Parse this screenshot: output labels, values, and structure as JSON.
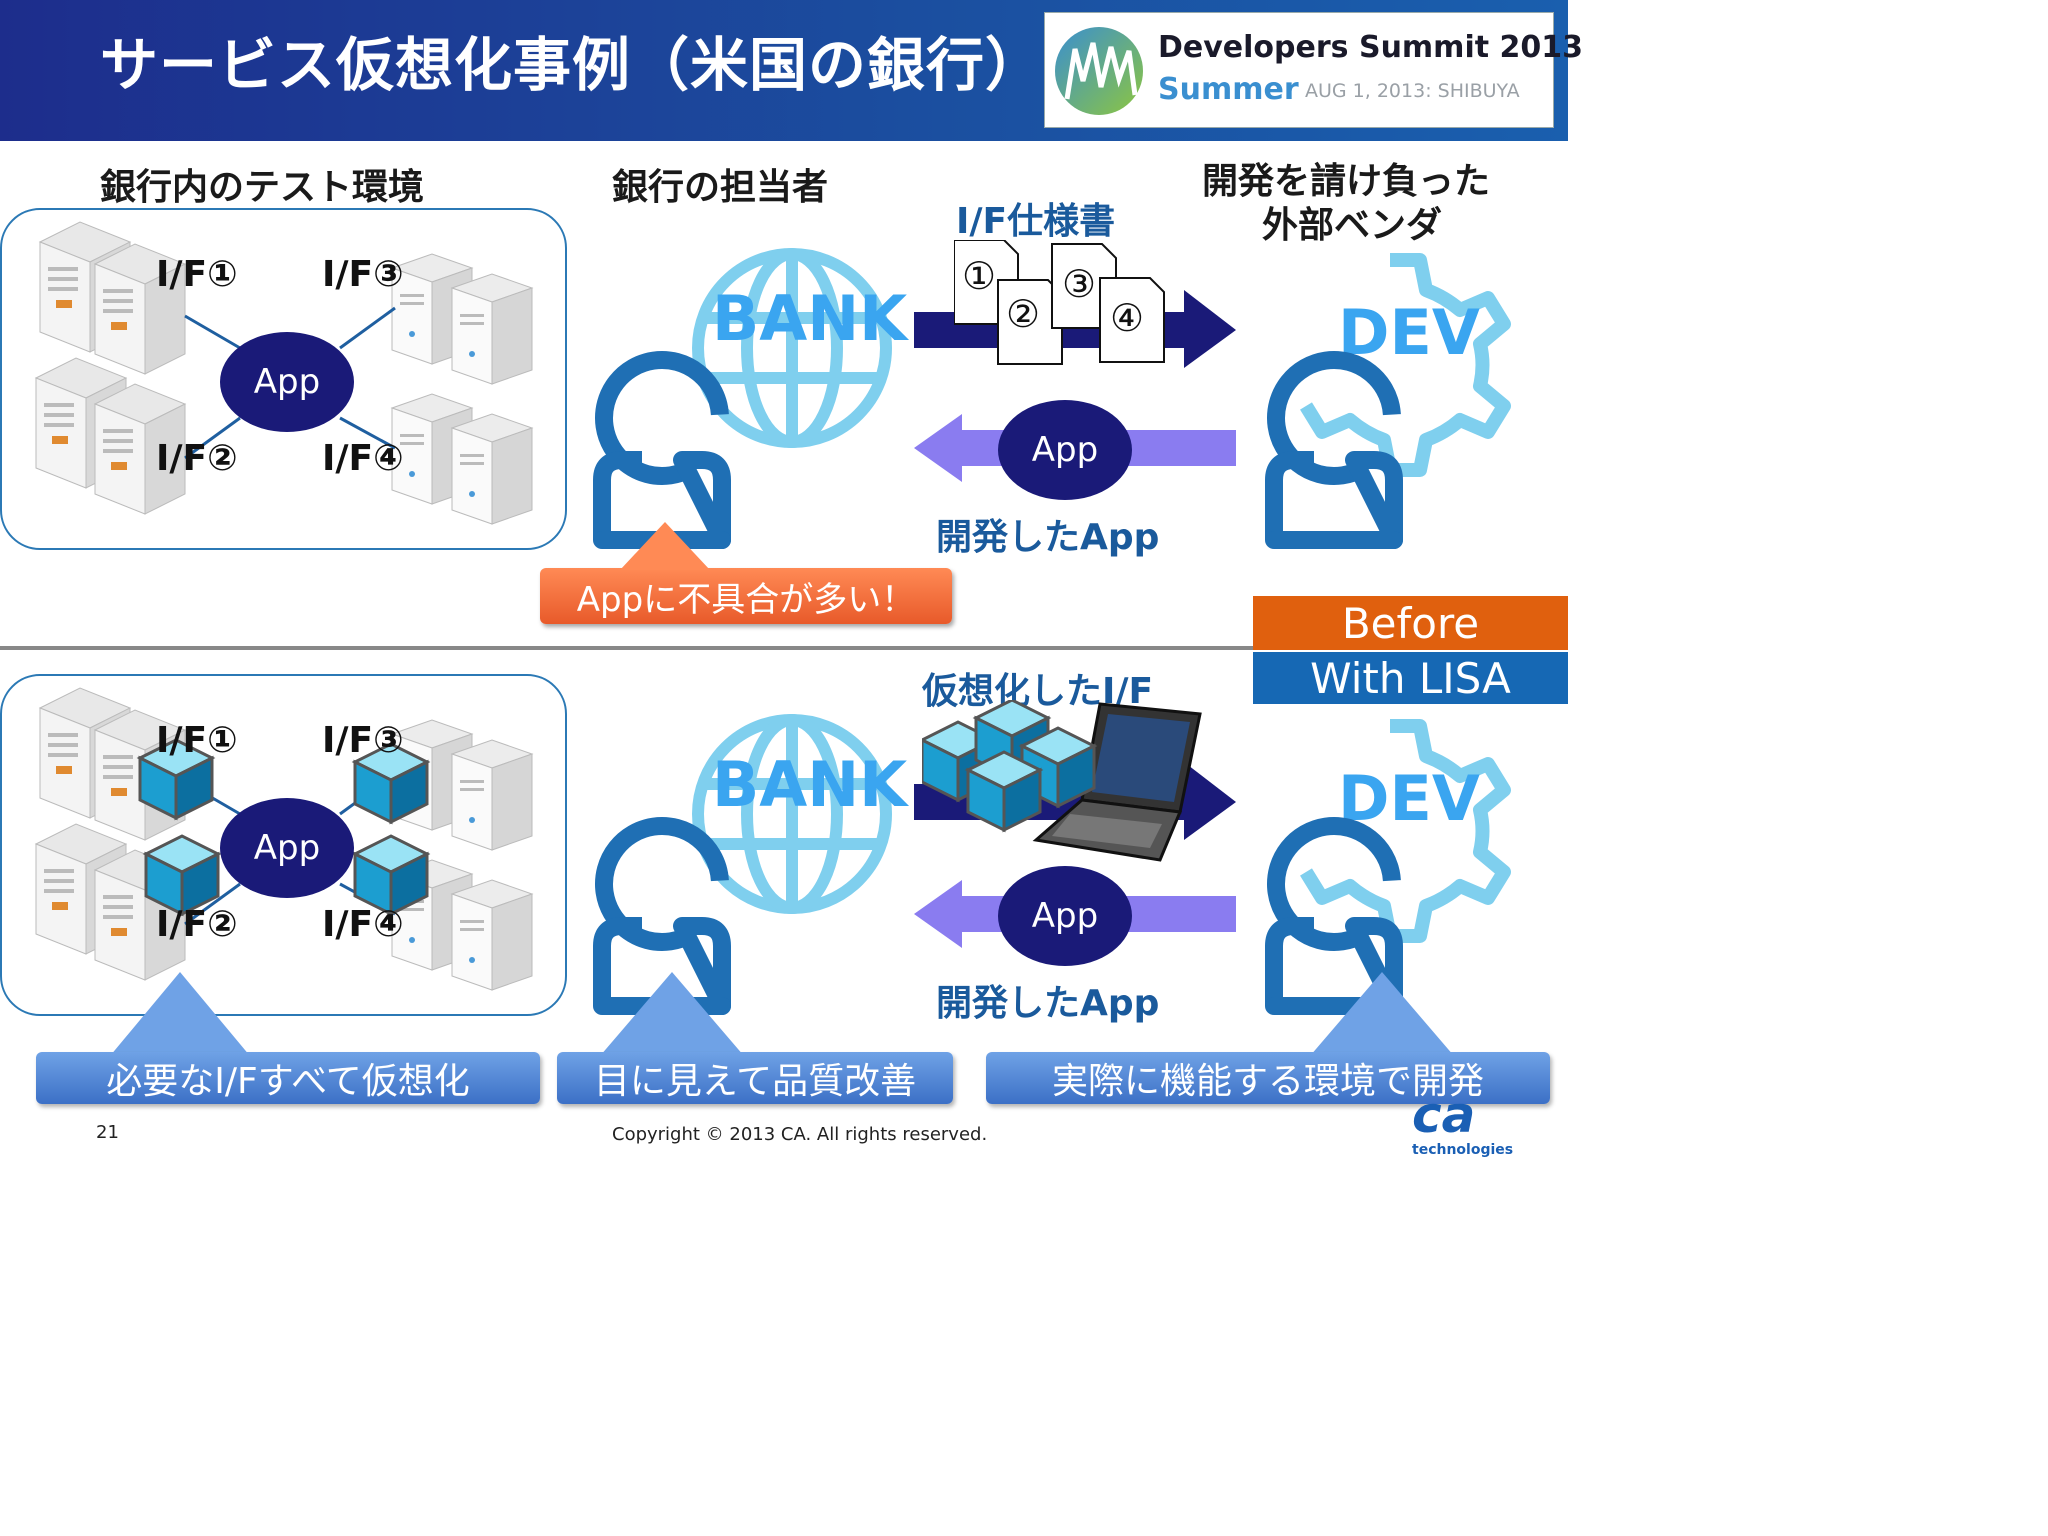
{
  "header": {
    "title": "サービス仮想化事例（米国の銀行）",
    "logo": {
      "line1": "Developers Summit 2013",
      "line2": "Summer",
      "line3": "AUG 1, 2013: SHIBUYA"
    }
  },
  "columns": {
    "env_title": "銀行内のテスト環境",
    "bank_person_title": "銀行の担当者",
    "vendor_title_line1": "開発を請け負った",
    "vendor_title_line2": "外部ベンダ"
  },
  "top": {
    "if_labels": [
      "I/F①",
      "I/F③",
      "I/F②",
      "I/F④"
    ],
    "app_label": "App",
    "bank_label": "BANK",
    "dev_label": "DEV",
    "spec_label": "I/F仕様書",
    "doc_numbers": [
      "①",
      "②",
      "③",
      "④"
    ],
    "return_app_label": "App",
    "developed_app_label": "開発したApp",
    "problem_callout": "Appに不具合が多い！"
  },
  "badges": {
    "before": "Before",
    "with_lisa": "With LISA"
  },
  "bottom": {
    "if_labels": [
      "I/F①",
      "I/F③",
      "I/F②",
      "I/F④"
    ],
    "app_label": "App",
    "bank_label": "BANK",
    "dev_label": "DEV",
    "virtual_if_label": "仮想化したI/F",
    "return_app_label": "App",
    "developed_app_label": "開発したApp",
    "callouts": [
      "必要なI/Fすべて仮想化",
      "目に見えて品質改善",
      "実際に機能する環境で開発"
    ]
  },
  "footer": {
    "page_number": "21",
    "copyright": "Copyright © 2013 CA. All rights reserved.",
    "brand_mark": "ca",
    "brand_word": "technologies"
  },
  "colors": {
    "header_blue": "#1b3f98",
    "before_orange": "#e0600e",
    "lisa_blue": "#1668b4",
    "arrow_navy": "#1a1a78",
    "arrow_purple": "#8a7cf0",
    "bank_cyan": "#7fcfee",
    "person_blue": "#1f6fb4"
  }
}
